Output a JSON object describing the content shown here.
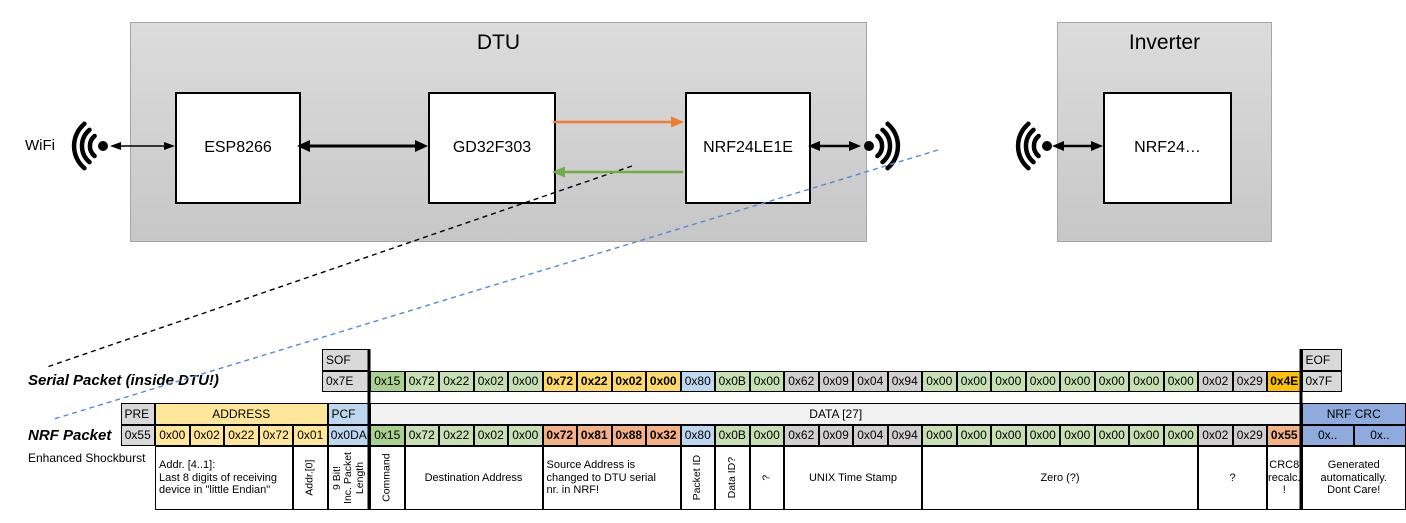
{
  "diagram": {
    "wifi_label": "WiFi",
    "dtu": {
      "title": "DTU",
      "components": [
        {
          "label": "ESP8266"
        },
        {
          "label": "GD32F303"
        },
        {
          "label": "NRF24LE1E"
        }
      ]
    },
    "inverter": {
      "title": "Inverter",
      "components": [
        {
          "label": "NRF24…"
        }
      ]
    },
    "colors": {
      "arrow_orange": "#ED7D31",
      "arrow_green": "#70AD47",
      "dashed_black": "#000000",
      "dashed_blue": "#5B87D6"
    }
  },
  "serial_packet": {
    "label": "Serial Packet (inside DTU!)",
    "sof": {
      "header": "SOF",
      "value": "0x7E"
    },
    "eof": {
      "header": "EOF",
      "value": "0x7F"
    },
    "bytes": [
      {
        "v": "0x15",
        "c": "green2"
      },
      {
        "v": "0x72",
        "c": "green1"
      },
      {
        "v": "0x22",
        "c": "green1"
      },
      {
        "v": "0x02",
        "c": "green1"
      },
      {
        "v": "0x00",
        "c": "green1"
      },
      {
        "v": "0x72",
        "c": "gold",
        "b": 1
      },
      {
        "v": "0x22",
        "c": "gold",
        "b": 1
      },
      {
        "v": "0x02",
        "c": "gold",
        "b": 1
      },
      {
        "v": "0x00",
        "c": "gold",
        "b": 1
      },
      {
        "v": "0x80",
        "c": "blue"
      },
      {
        "v": "0x0B",
        "c": "green1"
      },
      {
        "v": "0x00",
        "c": "green1"
      },
      {
        "v": "0x62",
        "c": "gray2"
      },
      {
        "v": "0x09",
        "c": "gray2"
      },
      {
        "v": "0x04",
        "c": "gray2"
      },
      {
        "v": "0x94",
        "c": "gray2"
      },
      {
        "v": "0x00",
        "c": "green1"
      },
      {
        "v": "0x00",
        "c": "green1"
      },
      {
        "v": "0x00",
        "c": "green1"
      },
      {
        "v": "0x00",
        "c": "green1"
      },
      {
        "v": "0x00",
        "c": "green1"
      },
      {
        "v": "0x00",
        "c": "green1"
      },
      {
        "v": "0x00",
        "c": "green1"
      },
      {
        "v": "0x00",
        "c": "green1"
      },
      {
        "v": "0x02",
        "c": "gray2"
      },
      {
        "v": "0x29",
        "c": "gray2"
      },
      {
        "v": "0x4E",
        "c": "orange",
        "b": 1
      }
    ]
  },
  "nrf_packet": {
    "label": "NRF Packet",
    "sublabel": "Enhanced Shockburst",
    "pre": {
      "header": "PRE",
      "value": "0x55"
    },
    "address": {
      "header": "ADDRESS",
      "values": [
        "0x00",
        "0x02",
        "0x22",
        "0x72",
        "0x01"
      ]
    },
    "pcf": {
      "header": "PCF",
      "value": "0x0DA"
    },
    "data": {
      "header": "DATA [27]",
      "bytes": [
        {
          "v": "0x15",
          "c": "green2"
        },
        {
          "v": "0x72",
          "c": "green1"
        },
        {
          "v": "0x22",
          "c": "green1"
        },
        {
          "v": "0x02",
          "c": "green1"
        },
        {
          "v": "0x00",
          "c": "green1"
        },
        {
          "v": "0x72",
          "c": "salmon",
          "b": 1
        },
        {
          "v": "0x81",
          "c": "salmon",
          "b": 1
        },
        {
          "v": "0x88",
          "c": "salmon",
          "b": 1
        },
        {
          "v": "0x32",
          "c": "salmon",
          "b": 1
        },
        {
          "v": "0x80",
          "c": "blue"
        },
        {
          "v": "0x0B",
          "c": "green1"
        },
        {
          "v": "0x00",
          "c": "green1"
        },
        {
          "v": "0x62",
          "c": "gray2"
        },
        {
          "v": "0x09",
          "c": "gray2"
        },
        {
          "v": "0x04",
          "c": "gray2"
        },
        {
          "v": "0x94",
          "c": "gray2"
        },
        {
          "v": "0x00",
          "c": "green1"
        },
        {
          "v": "0x00",
          "c": "green1"
        },
        {
          "v": "0x00",
          "c": "green1"
        },
        {
          "v": "0x00",
          "c": "green1"
        },
        {
          "v": "0x00",
          "c": "green1"
        },
        {
          "v": "0x00",
          "c": "green1"
        },
        {
          "v": "0x00",
          "c": "green1"
        },
        {
          "v": "0x00",
          "c": "green1"
        },
        {
          "v": "0x02",
          "c": "gray2"
        },
        {
          "v": "0x29",
          "c": "gray2"
        },
        {
          "v": "0x55",
          "c": "salmon",
          "b": 1
        }
      ]
    },
    "crc": {
      "header": "NRF CRC",
      "values": [
        "0x..",
        "0x.."
      ]
    },
    "annotations": [
      {
        "text": "Addr. [4..1]:\nLast 8 digits of receiving\ndevice in \"little Endian\"",
        "span": 4,
        "align": "left"
      },
      {
        "text": "Addr.[0]",
        "span": 1,
        "vertical": true
      },
      {
        "text": "9 Bit!\nInc. Packet\nLength",
        "span": 1,
        "vertical": true,
        "over": "pcf"
      },
      {
        "text": "Command",
        "span": 1,
        "vertical": true
      },
      {
        "text": "Destination Address",
        "span": 4
      },
      {
        "text": "Source Address is\nchanged to DTU serial\nnr. in NRF!",
        "span": 4,
        "bg": "salmon",
        "align": "left"
      },
      {
        "text": "Packet ID",
        "span": 1,
        "vertical": true
      },
      {
        "text": "Data ID?",
        "span": 1,
        "vertical": true
      },
      {
        "text": "?",
        "span": 1,
        "vertical": true
      },
      {
        "text": "UNIX Time Stamp",
        "span": 4
      },
      {
        "text": "Zero (?)",
        "span": 8
      },
      {
        "text": "?",
        "span": 2
      },
      {
        "text": "CRC8\nrecalc.\n!",
        "span": 1,
        "bg": "salmon"
      },
      {
        "text": "Generated\nautomatically.\nDont Care!",
        "span": 2,
        "over": "crc"
      }
    ]
  }
}
